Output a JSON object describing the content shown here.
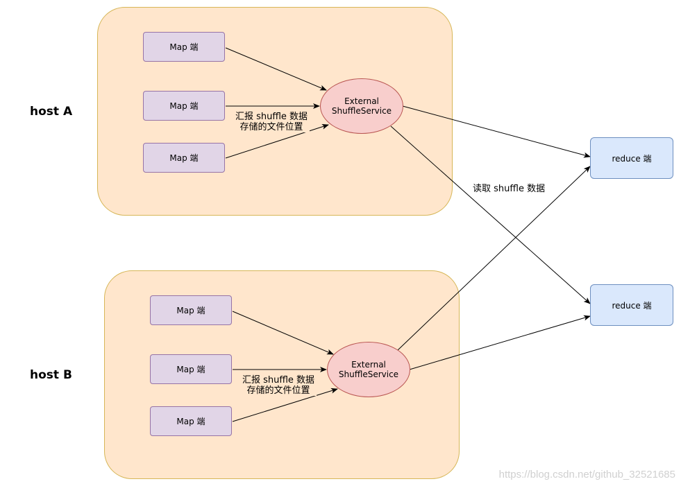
{
  "hosts": [
    {
      "label": "host A",
      "ess_line1": "External",
      "ess_line2": "ShuffleService",
      "maps": [
        "Map 端",
        "Map 端",
        "Map 端"
      ],
      "report_line1": "汇报 shuffle 数据",
      "report_line2": "存储的文件位置"
    },
    {
      "label": "host B",
      "ess_line1": "External",
      "ess_line2": "ShuffleService",
      "maps": [
        "Map 端",
        "Map 端",
        "Map 端"
      ],
      "report_line1": "汇报 shuffle 数据",
      "report_line2": "存储的文件位置"
    }
  ],
  "reducers": [
    "reduce 端",
    "reduce 端"
  ],
  "read_label": "读取 shuffle 数据",
  "watermark": "https://blog.csdn.net/github_32521685",
  "colors": {
    "host_fill": "#ffe6cc",
    "host_border": "#d6b656",
    "map_fill": "#e1d5e7",
    "map_border": "#9673a6",
    "ess_fill": "#f8cecc",
    "ess_border": "#b85450",
    "reduce_fill": "#dae8fc",
    "reduce_border": "#6c8ebf"
  }
}
